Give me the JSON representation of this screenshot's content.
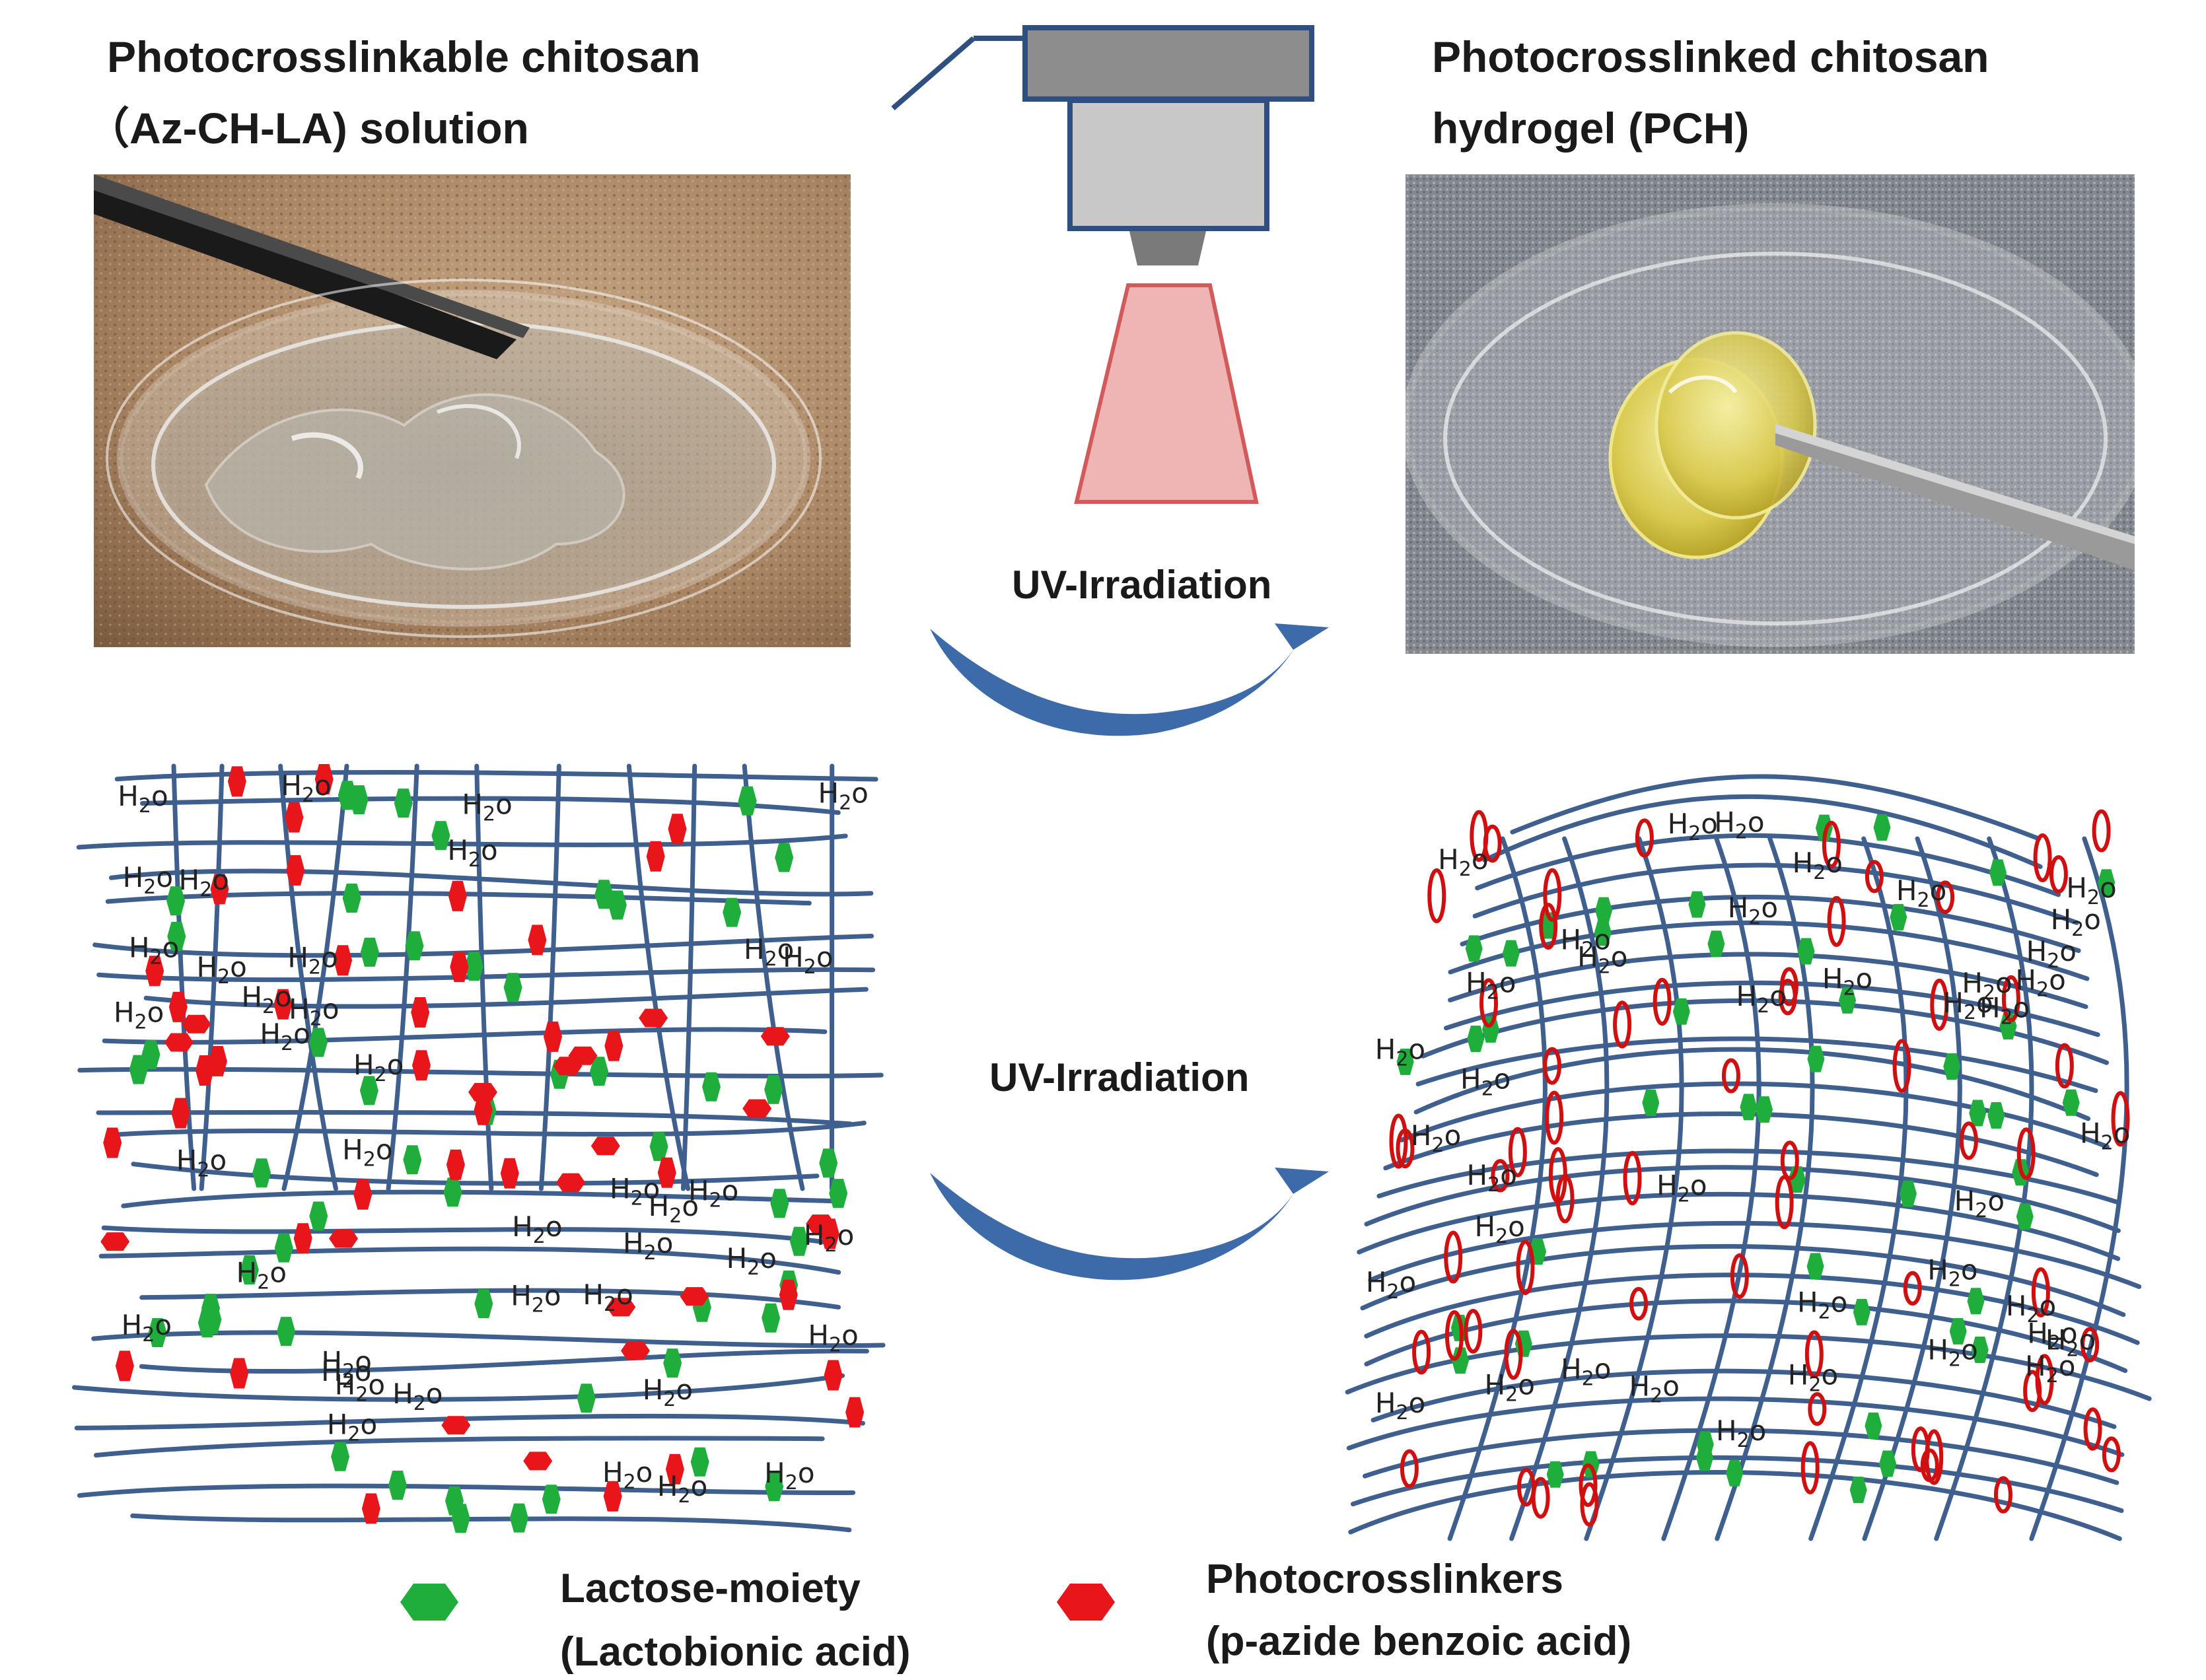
{
  "labels": {
    "left_title_line1": "Photocrosslinkable chitosan",
    "left_title_line2": "（Az-CH-LA)  solution",
    "right_title_line1": "Photocrosslinked chitosan",
    "right_title_line2": "hydrogel (PCH)",
    "uv_top": "UV-Irradiation",
    "uv_bottom": "UV-Irradiation",
    "water_base": "H",
    "water_sub": "2",
    "water_tail": "o"
  },
  "legend": {
    "green_line1": "Lactose-moiety",
    "green_line2": "(Lactobionic acid)",
    "red_line1": "Photocrosslinkers",
    "red_line2": "(p-azide benzoic acid)"
  },
  "colors": {
    "fiber": "#3f5f8e",
    "lactose": "#1fae3c",
    "crosslinker": "#e8151b",
    "crosslinker_outline": "#d01010",
    "arrow": "#3d6aa8",
    "lamp_body": "#c8c8c8",
    "lamp_outline": "#2f4f80",
    "uv_beam": "#efb4b4",
    "uv_beam_outline": "#d25a5a"
  },
  "icons": {
    "lamp": "uv-lamp-icon",
    "arrows": "curved-arrow-icon",
    "left_photo": "petri-dish-solution-photo",
    "right_photo": "petri-dish-hydrogel-photo"
  }
}
